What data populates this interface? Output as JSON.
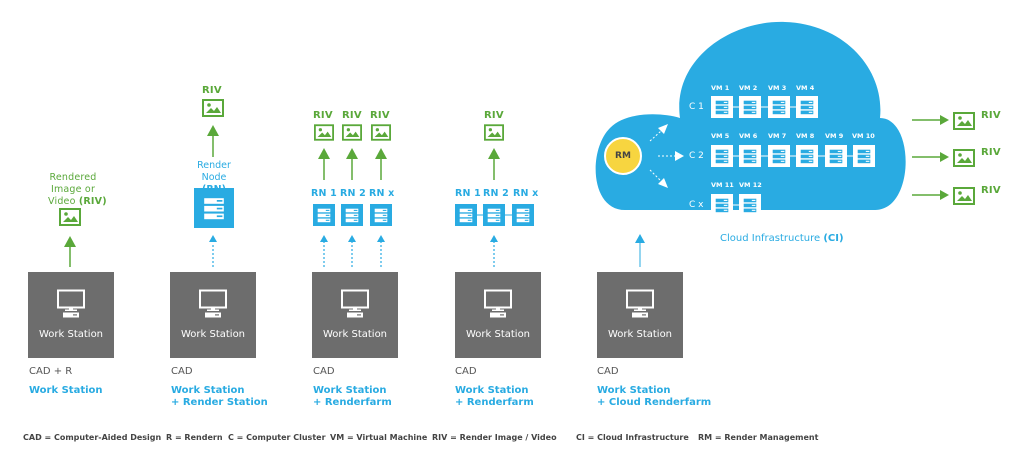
{
  "colors": {
    "green": "#5aa83a",
    "blue": "#29abe2",
    "gray": "#6d6d6d",
    "rm_yellow": "#f7d540",
    "text_gray": "#555555"
  },
  "workstation_label": "Work Station",
  "columns": [
    {
      "top_label_lines": [
        "Rendered",
        "Image or",
        "Video (RIV)"
      ],
      "caption1": "CAD + R",
      "caption2": [
        "Work Station"
      ]
    },
    {
      "riv_label": "RIV",
      "node_label_lines": [
        "Render",
        "Node (RN)"
      ],
      "caption1": "CAD",
      "caption2": [
        "Work Station",
        "+ Render Station"
      ]
    },
    {
      "riv_labels": [
        "RIV",
        "RIV",
        "RIV"
      ],
      "rn_labels": [
        "RN 1",
        "RN 2",
        "RN x"
      ],
      "caption1": "CAD",
      "caption2": [
        "Work Station",
        "+ Renderfarm"
      ]
    },
    {
      "riv_label": "RIV",
      "rn_labels": [
        "RN 1",
        "RN 2",
        "RN x"
      ],
      "caption1": "CAD",
      "caption2": [
        "Work Station",
        "+ Renderfarm"
      ]
    },
    {
      "caption1": "CAD",
      "caption2": [
        "Work Station",
        "+ Cloud Renderfarm"
      ]
    }
  ],
  "cloud": {
    "title": "Cloud Infrastructure",
    "title_abbr": "(CI)",
    "rm_label": "RM",
    "clusters": [
      {
        "label": "C 1",
        "vms": [
          "VM 1",
          "VM 2",
          "VM 3",
          "VM 4"
        ]
      },
      {
        "label": "C 2",
        "vms": [
          "VM 5",
          "VM 6",
          "VM 7",
          "VM 8",
          "VM 9",
          "VM 10"
        ]
      },
      {
        "label": "C x",
        "vms": [
          "VM 11",
          "VM 12"
        ]
      }
    ],
    "outputs": [
      "RIV",
      "RIV",
      "RIV"
    ]
  },
  "legend": [
    "CAD = Computer-Aided Design",
    "R = Rendern",
    "C = Computer Cluster",
    "VM = Virtual Machine",
    "RIV = Render Image / Video",
    "CI = Cloud Infrastructure",
    "RM = Render Management"
  ]
}
